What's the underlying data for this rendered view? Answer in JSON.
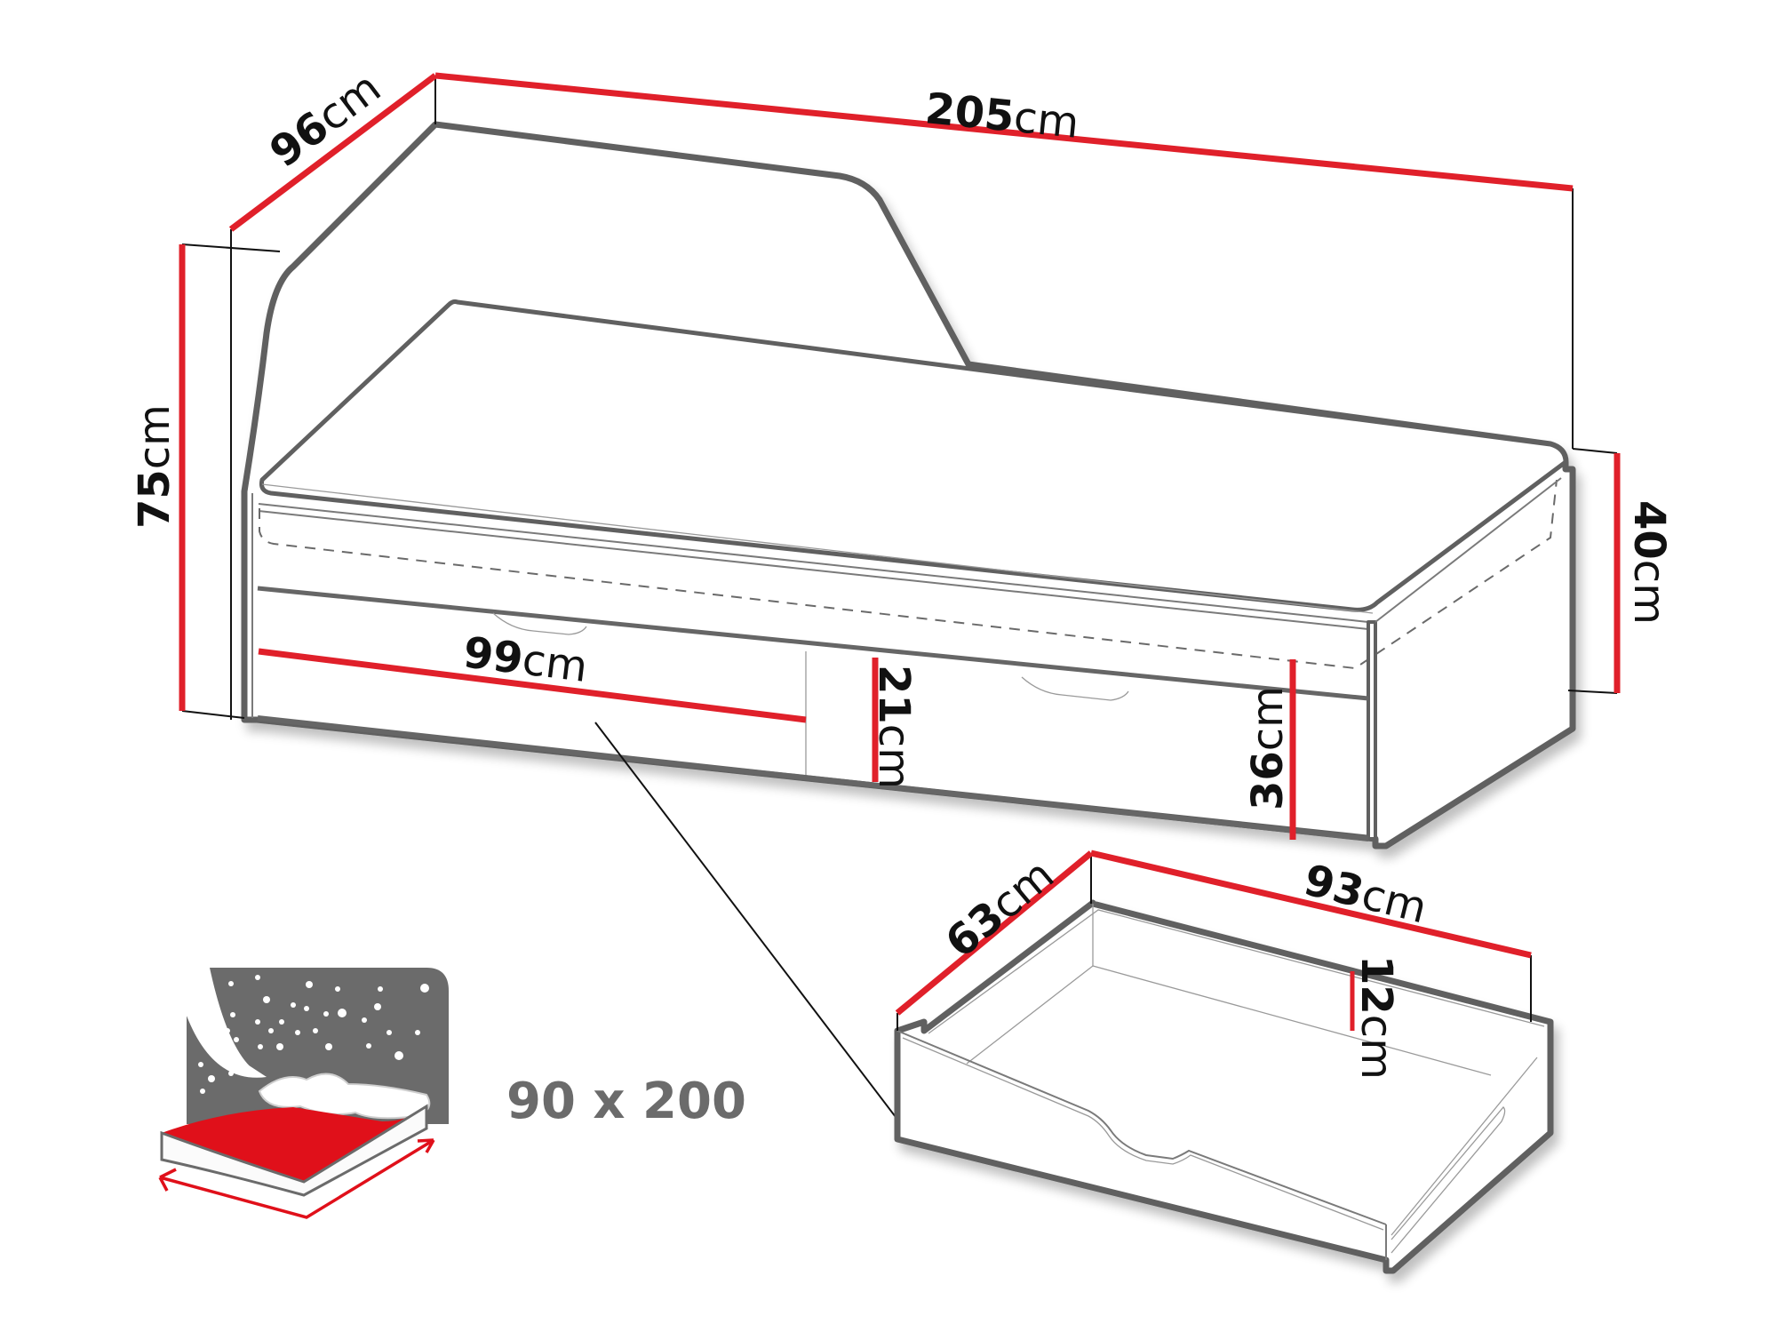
{
  "diagram": {
    "title": "Bed dimensions diagram",
    "unit": "cm",
    "colors": {
      "dimension_line": "#e0202a",
      "outline": "#606060",
      "icon_gray": "#6b6b6b",
      "icon_red": "#e0101a"
    },
    "bed": {
      "length": {
        "value": "205",
        "unit": "cm"
      },
      "depth": {
        "value": "96",
        "unit": "cm"
      },
      "total_height": {
        "value": "75",
        "unit": "cm"
      },
      "side_height": {
        "value": "40",
        "unit": "cm"
      },
      "drawer_front_width": {
        "value": "99",
        "unit": "cm"
      },
      "drawer_front_height": {
        "value": "21",
        "unit": "cm"
      },
      "frame_height": {
        "value": "36",
        "unit": "cm"
      }
    },
    "drawer": {
      "width": {
        "value": "93",
        "unit": "cm"
      },
      "depth": {
        "value": "63",
        "unit": "cm"
      },
      "inner_height": {
        "value": "12",
        "unit": "cm"
      }
    },
    "mattress_icon": {
      "label": "90 x 200",
      "icon": "bed-with-stars-icon"
    }
  }
}
